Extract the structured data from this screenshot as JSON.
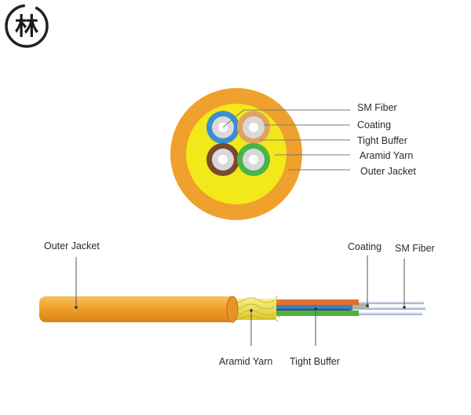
{
  "logo": {
    "glyph": "林"
  },
  "cross_section": {
    "labels": {
      "sm_fiber": "SM Fiber",
      "coating": "Coating",
      "tight_buffer": "Tight Buffer",
      "aramid_yarn": "Aramid Yarn",
      "outer_jacket": "Outer Jacket"
    },
    "colors": {
      "jacket": "#f0a02c",
      "yarn": "#f3e81a",
      "buffers": [
        "#3a8fd0",
        "#e2a360",
        "#7b4a2a",
        "#48b44a"
      ],
      "fiber": "#d9d9d9",
      "core": "#ffffff"
    }
  },
  "side_view": {
    "labels": {
      "outer_jacket": "Outer Jacket",
      "coating": "Coating",
      "sm_fiber": "SM Fiber",
      "aramid_yarn": "Aramid Yarn",
      "tight_buffer": "Tight Buffer"
    },
    "colors": {
      "jacket": "#f0a02c",
      "yarn": "#e9e24a",
      "buffer_top": "#e0702a",
      "buffer_mid": "#3a7fc4",
      "buffer_bottom": "#4fb040",
      "fiber": "#cfd8e6"
    }
  }
}
